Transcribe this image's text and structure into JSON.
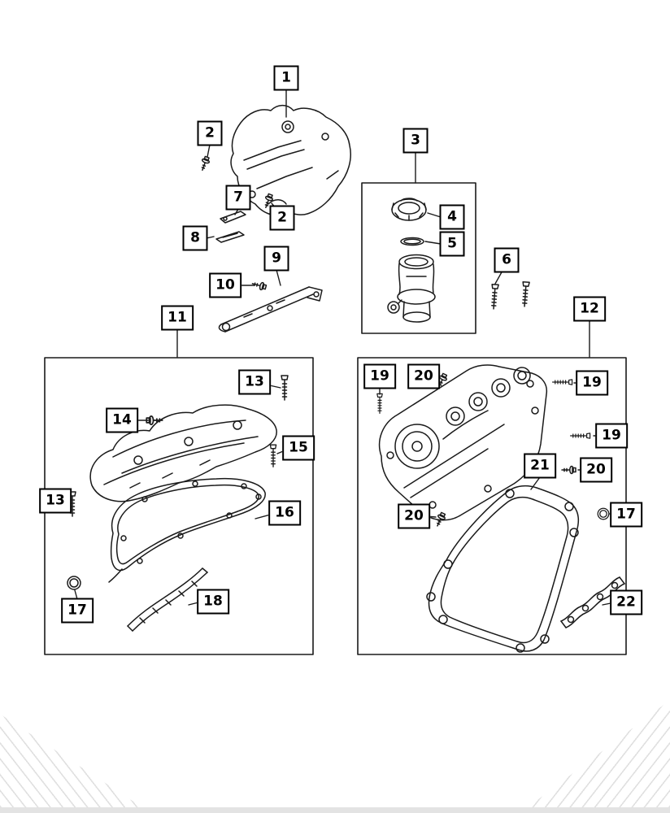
{
  "colors": {
    "line": "#1a1a1a",
    "callout_border": "#000000",
    "background": "#ffffff"
  },
  "callouts": [
    {
      "label": "1"
    },
    {
      "label": "2"
    },
    {
      "label": "7"
    },
    {
      "label": "2"
    },
    {
      "label": "8"
    },
    {
      "label": "3"
    },
    {
      "label": "4"
    },
    {
      "label": "5"
    },
    {
      "label": "6"
    },
    {
      "label": "9"
    },
    {
      "label": "10"
    },
    {
      "label": "11"
    },
    {
      "label": "12"
    },
    {
      "label": "13"
    },
    {
      "label": "14"
    },
    {
      "label": "15"
    },
    {
      "label": "13"
    },
    {
      "label": "16"
    },
    {
      "label": "17"
    },
    {
      "label": "18"
    },
    {
      "label": "19"
    },
    {
      "label": "20"
    },
    {
      "label": "19"
    },
    {
      "label": "19"
    },
    {
      "label": "21"
    },
    {
      "label": "20"
    },
    {
      "label": "20"
    },
    {
      "label": "17"
    },
    {
      "label": "22"
    }
  ]
}
